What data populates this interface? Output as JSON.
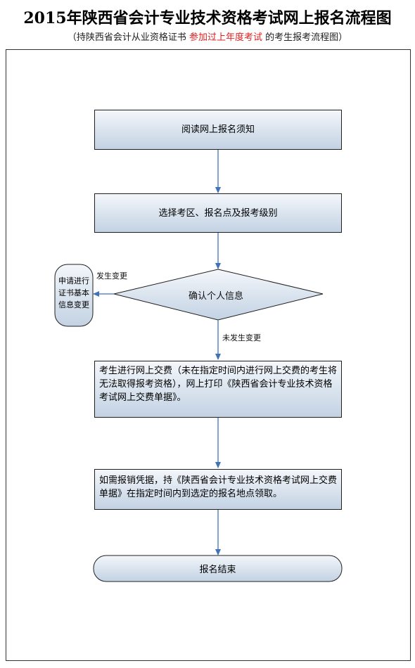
{
  "header": {
    "title": "2015年陕西省会计专业技术资格考试网上报名流程图",
    "subtitle_before": "（持陕西省会计从业资格证书 ",
    "subtitle_highlight": "参加过上年度考试",
    "subtitle_after": " 的考生报考流程图）",
    "highlight_color": "#e02020"
  },
  "steps": {
    "read_notice": "阅读网上报名须知",
    "select_area": "选择考区、报名点及报考级别",
    "confirm_info": "确认个人信息",
    "change_request": "申请进行证书基本信息变更",
    "pay_online": "考生进行网上交费（未在指定时间内进行网上交费的考生将无法取得报考资格），网上打印《陕西省会计专业技术资格考试网上交费单据》。",
    "receipt": "如需报销凭据，持《陕西省会计专业技术资格考试网上交费单据》在指定时间内到选定的报名地点领取。",
    "end": "报名结束"
  },
  "edges": {
    "changed": "发生变更",
    "unchanged": "未发生变更"
  },
  "colors": {
    "arrow": "#3f72b8",
    "box_fill_top": "#f4f7fb",
    "box_fill_bottom": "#c3d2e3"
  }
}
